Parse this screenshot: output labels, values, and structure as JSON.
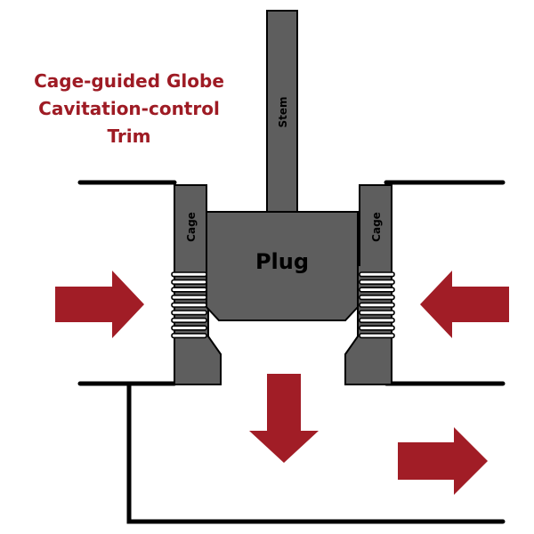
{
  "title": {
    "line1": "Cage-guided Globe",
    "line2": "Cavitation-control",
    "line3": "Trim"
  },
  "labels": {
    "stem": "Stem",
    "cage_left": "Cage",
    "cage_right": "Cage",
    "plug": "Plug"
  },
  "colors": {
    "title": "#9e1b24",
    "arrow": "#a11d26",
    "component_fill": "#5e5e5e",
    "outline": "#000000"
  },
  "arrows": [
    {
      "name": "inlet-left",
      "direction": "right"
    },
    {
      "name": "inlet-right",
      "direction": "left"
    },
    {
      "name": "flow-down",
      "direction": "down"
    },
    {
      "name": "outlet",
      "direction": "right"
    }
  ]
}
